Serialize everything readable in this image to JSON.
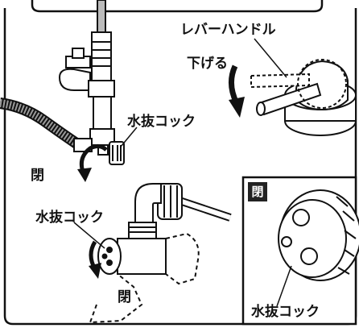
{
  "labels": {
    "lever_handle": "レバーハンドル",
    "lower": "下げる",
    "drain_cock_top": "水抜コック",
    "close_top": "閉",
    "drain_cock_left": "水抜コック",
    "close_bottom": "閉",
    "inset_badge": "閉",
    "drain_cock_inset": "水抜コック"
  },
  "colors": {
    "line": "#111111",
    "pipe_fill": "#ffffff",
    "shade": "#9a9a9a",
    "badge_bg": "#222222"
  }
}
